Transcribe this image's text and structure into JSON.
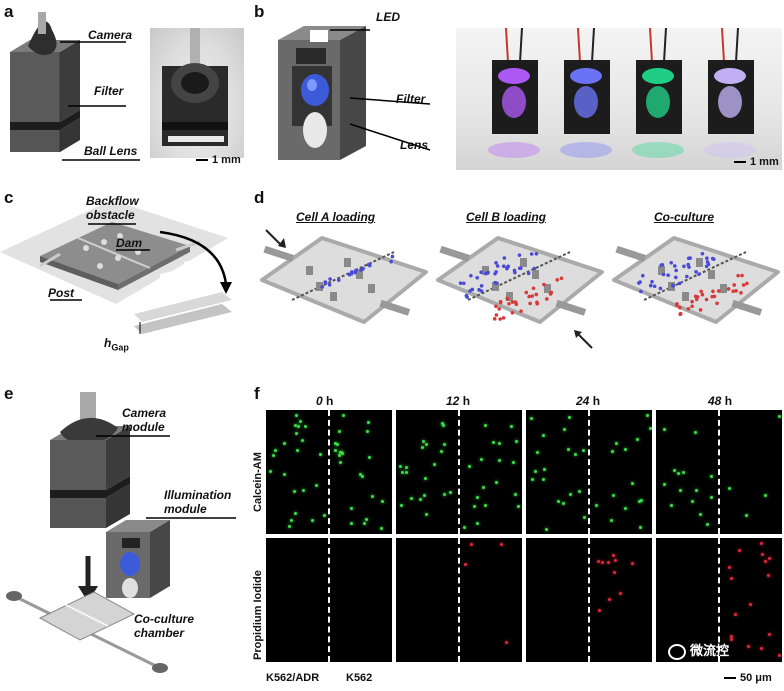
{
  "panels": {
    "a": {
      "label": "a",
      "callouts": [
        "Camera",
        "Filter",
        "Ball Lens"
      ],
      "scale_bar": "1 mm"
    },
    "b": {
      "label": "b",
      "callouts": [
        "LED",
        "Filter",
        "Lens"
      ],
      "scale_bar": "1 mm",
      "led_colors": [
        "#b45cff",
        "#6f78ff",
        "#20d88a",
        "#c9b8ff"
      ]
    },
    "c": {
      "label": "c",
      "callouts": [
        "Backflow",
        "obstacle",
        "Dam",
        "Post"
      ],
      "gap_symbol": "h",
      "gap_subscript": "Gap"
    },
    "d": {
      "label": "d",
      "steps": [
        "Cell A loading",
        "Cell B loading",
        "Co-culture"
      ],
      "cell_a_color": "#4a4ad8",
      "cell_b_color": "#d83a3a"
    },
    "e": {
      "label": "e",
      "callouts": [
        "Camera",
        "module",
        "Illumination",
        "module",
        "Co-culture",
        "chamber"
      ]
    },
    "f": {
      "label": "f",
      "times": [
        {
          "value": "0",
          "unit": " h"
        },
        {
          "value": "12",
          "unit": " h"
        },
        {
          "value": "24",
          "unit": " h"
        },
        {
          "value": "48",
          "unit": " h"
        }
      ],
      "rows": [
        "Calcein-AM",
        "Propidium Iodide"
      ],
      "bottom_left": "K562/ADR",
      "bottom_right": "K562",
      "scale_bar": "50 μm",
      "live_color": "#3ddc4a",
      "dead_color": "#e0283a"
    }
  },
  "watermark": "微流控"
}
